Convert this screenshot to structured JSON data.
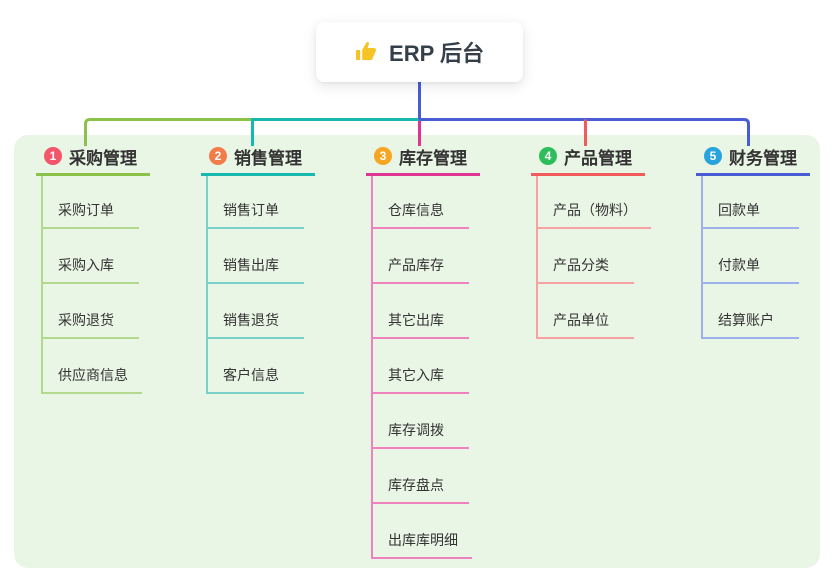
{
  "root": {
    "title": "ERP 后台",
    "icon": "thumbs-up-icon",
    "icon_color": "#f6c324"
  },
  "colors": {
    "panel_bg": "#e9f6e5",
    "root_stem": "#4a5cd4",
    "text": "#333333"
  },
  "branches": [
    {
      "index": "1",
      "title": "采购管理",
      "badge_color": "#f3556b",
      "line_color": "#8bc34a",
      "child_line_color": "#b3d98f",
      "items": [
        "采购订单",
        "采购入库",
        "采购退货",
        "供应商信息"
      ]
    },
    {
      "index": "2",
      "title": "销售管理",
      "badge_color": "#f27c4a",
      "line_color": "#17b8ae",
      "child_line_color": "#79d1ca",
      "items": [
        "销售订单",
        "销售出库",
        "销售退货",
        "客户信息"
      ]
    },
    {
      "index": "3",
      "title": "库存管理",
      "badge_color": "#f6a623",
      "line_color": "#de3492",
      "child_line_color": "#ef82bd",
      "items": [
        "仓库信息",
        "产品库存",
        "其它出库",
        "其它入库",
        "库存调拨",
        "库存盘点",
        "出库库明细"
      ]
    },
    {
      "index": "4",
      "title": "产品管理",
      "badge_color": "#2ebd5b",
      "line_color": "#f15b5b",
      "child_line_color": "#f6a2a2",
      "items": [
        "产品（物料）",
        "产品分类",
        "产品单位"
      ]
    },
    {
      "index": "5",
      "title": "财务管理",
      "badge_color": "#29a3dd",
      "line_color": "#4a5cd4",
      "child_line_color": "#9cb0ec",
      "items": [
        "回款单",
        "付款单",
        "结算账户"
      ]
    }
  ]
}
